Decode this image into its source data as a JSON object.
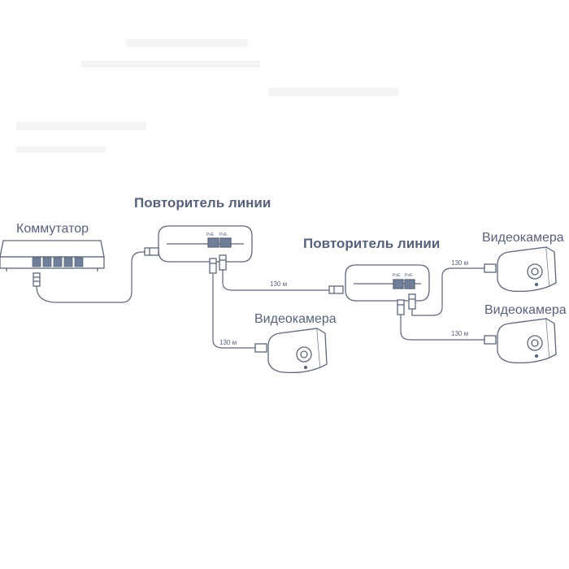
{
  "labels": {
    "switch": "Коммутатор",
    "repeater_1": "Повторитель линии",
    "repeater_2": "Повторитель линии",
    "camera_1": "Видеокамера",
    "camera_2": "Видеокамера",
    "camera_3": "Видеокамера"
  },
  "cables": {
    "repeater1_to_repeater2": "130 м",
    "repeater1_to_camera1": "130 м",
    "repeater2_to_camera2": "130 м",
    "repeater2_to_camera3": "130 м"
  },
  "colors": {
    "line": "#5d6679",
    "text": "#57627a",
    "port": "#6f7f9a",
    "background": "#ffffff"
  }
}
